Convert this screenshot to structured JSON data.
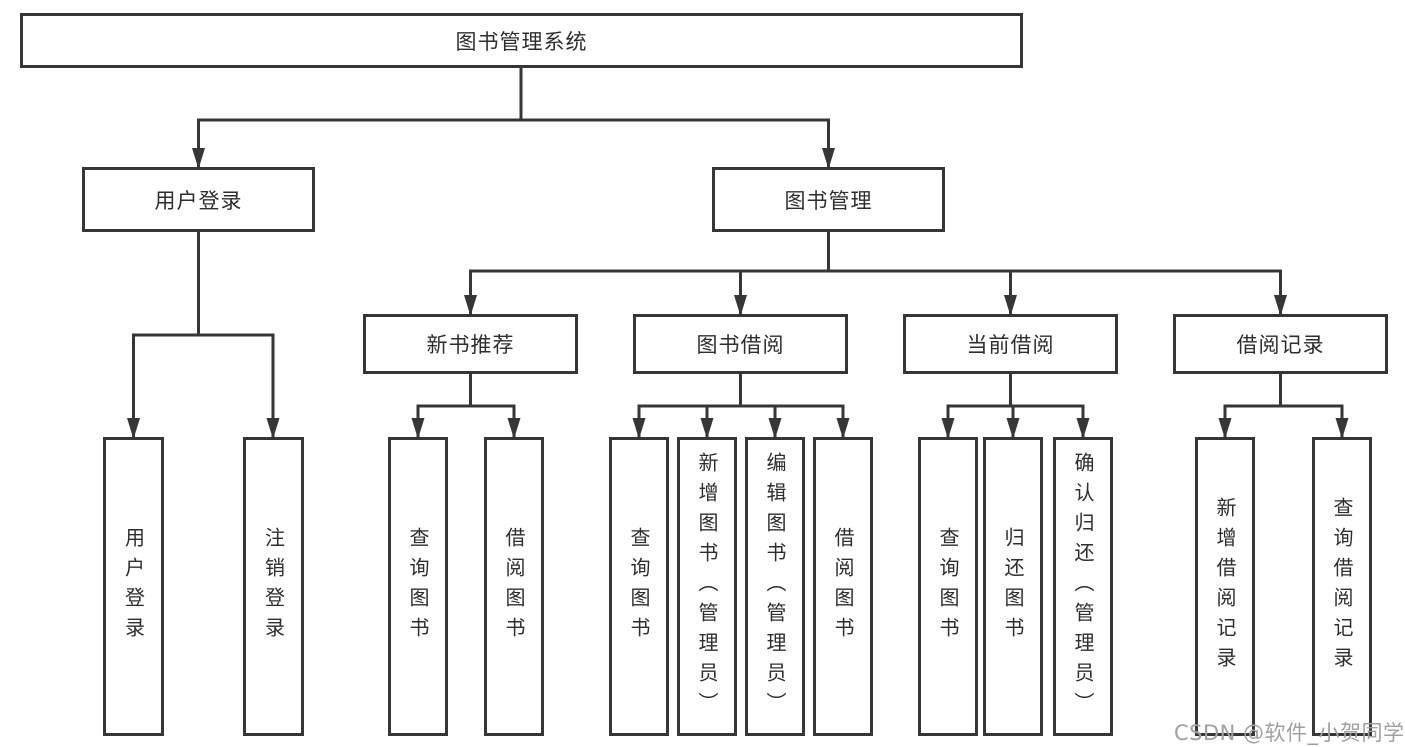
{
  "diagram": {
    "kind": "hierarchy-diagram",
    "colors": {
      "line": "#363636",
      "box_border": "#363636",
      "box_background": "#ffffff",
      "text": "#2e2e2e",
      "watermark": "#a0a0a0"
    },
    "watermark": "CSDN @软件_小贺同学",
    "tree": {
      "root": {
        "label": "图书管理系统"
      },
      "level1": [
        {
          "label": "用户登录",
          "children": [
            {
              "label": "用户登录"
            },
            {
              "label": "注销登录"
            }
          ]
        },
        {
          "label": "图书管理",
          "children": [
            {
              "label": "新书推荐",
              "children": [
                {
                  "label": "查询图书"
                },
                {
                  "label": "借阅图书"
                }
              ]
            },
            {
              "label": "图书借阅",
              "children": [
                {
                  "label": "查询图书"
                },
                {
                  "label": "新增图书（管理员）"
                },
                {
                  "label": "编辑图书（管理员）"
                },
                {
                  "label": "借阅图书"
                }
              ]
            },
            {
              "label": "当前借阅",
              "children": [
                {
                  "label": "查询图书"
                },
                {
                  "label": "归还图书"
                },
                {
                  "label": "确认归还（管理员）"
                }
              ]
            },
            {
              "label": "借阅记录",
              "children": [
                {
                  "label": "新增借阅记录"
                },
                {
                  "label": "查询借阅记录"
                }
              ]
            }
          ]
        }
      ]
    }
  }
}
